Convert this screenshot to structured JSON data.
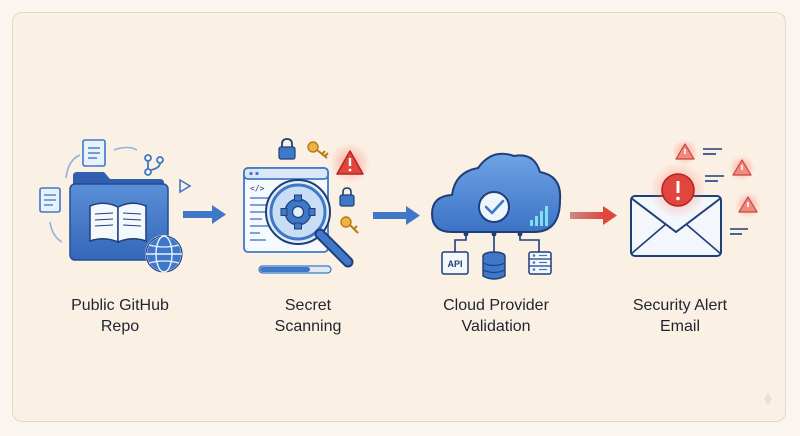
{
  "steps": [
    {
      "id": "repo",
      "line1": "Public GitHub",
      "line2": "Repo",
      "icon": "github-repo-folder-icon"
    },
    {
      "id": "scan",
      "line1": "Secret",
      "line2": "Scanning",
      "icon": "magnifier-gear-icon"
    },
    {
      "id": "cloud",
      "line1": "Cloud Provider",
      "line2": "Validation",
      "icon": "cloud-check-icon"
    },
    {
      "id": "email",
      "line1": "Security Alert",
      "line2": "Email",
      "icon": "alert-envelope-icon"
    }
  ],
  "icon_text": {
    "api": "API",
    "code_tag": "</>"
  },
  "colors": {
    "accent_blue": "#3f78c8",
    "light_blue": "#a9c8ef",
    "alert_red": "#e0463e",
    "background": "#fbf0e4"
  }
}
